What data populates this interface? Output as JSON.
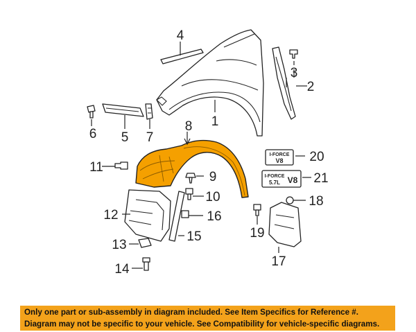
{
  "callouts": {
    "c1": "1",
    "c2": "2",
    "c3": "3",
    "c4": "4",
    "c5": "5",
    "c6": "6",
    "c7": "7",
    "c8": "8",
    "c9": "9",
    "c10": "10",
    "c11": "11",
    "c12": "12",
    "c13": "13",
    "c14": "14",
    "c15": "15",
    "c16": "16",
    "c17": "17",
    "c18": "18",
    "c19": "19",
    "c20": "20",
    "c21": "21"
  },
  "badges": {
    "badge20_line1": "I-FORCE",
    "badge20_line2": "V8",
    "badge21_line1": "I-FORCE",
    "badge21_line2": "5.7L",
    "badge21_line3": "V8"
  },
  "notice": {
    "line1": "Only one part or sub-assembly in diagram included. See Item Specifics for Reference #.",
    "line2": "Diagram may not be specific to your vehicle. See Compatibility for vehicle-specific diagrams."
  },
  "colors": {
    "highlight_part": "#f5a000",
    "notice_background": "#f3a21b"
  }
}
